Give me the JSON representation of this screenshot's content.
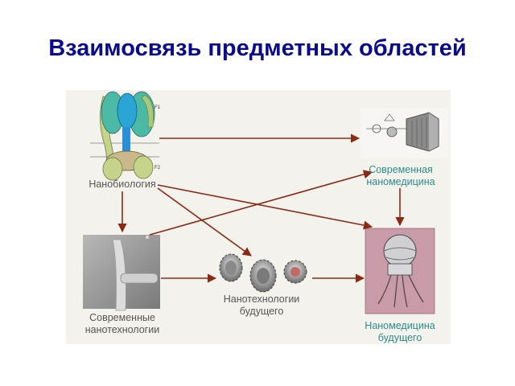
{
  "slide": {
    "title": "Взаимосвязь предметных областей"
  },
  "nodes": {
    "nanobiology": "Нанобиология",
    "modern_nanomedicine": "Современная наномедицина",
    "modern_nanotech": "Современные нанотехнологии",
    "future_nanotech": "Нанотехнологии будущего",
    "future_nanomedicine": "Наномедицина будущего"
  },
  "figure_labels": {
    "f1": "F1",
    "f2": "F2"
  },
  "colors": {
    "title": "#0a0a8c",
    "arrow": "#8b2a14",
    "label_gray": "#555555",
    "label_teal": "#2a8b8b",
    "panel": "#f4f2ec"
  }
}
